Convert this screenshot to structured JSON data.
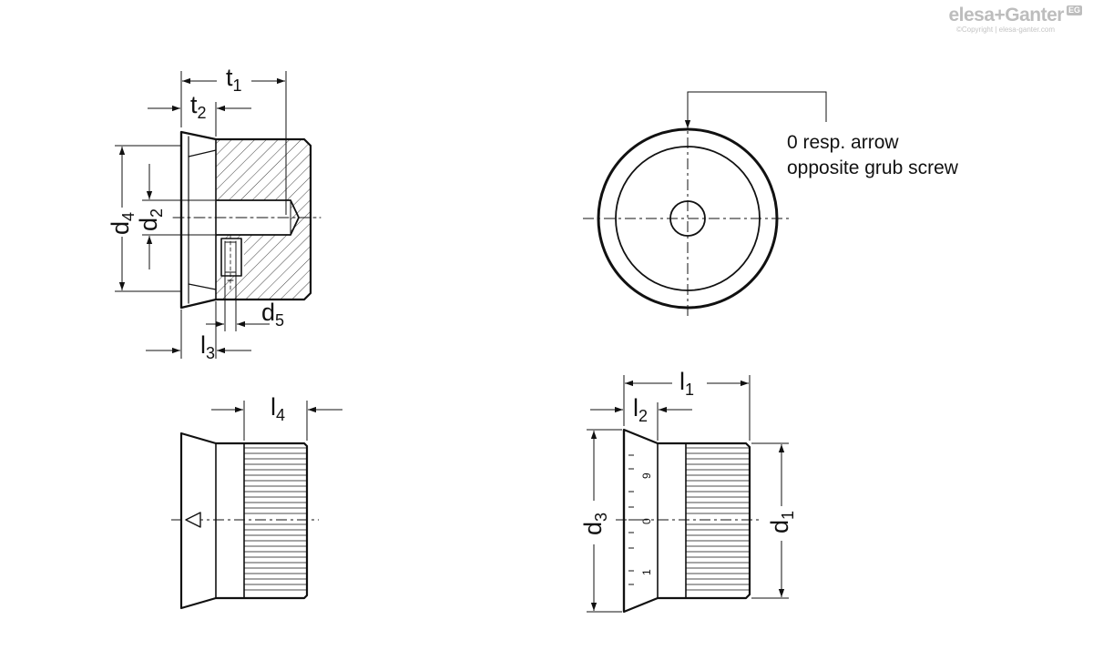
{
  "logo": {
    "brand": "elesa+Ganter",
    "badge": "EG",
    "copyright": "©Copyright | elesa-ganter.com"
  },
  "labels": {
    "t1": "t",
    "t1_sub": "1",
    "t2": "t",
    "t2_sub": "2",
    "d4": "d",
    "d4_sub": "4",
    "d2": "d",
    "d2_sub": "2",
    "d5": "d",
    "d5_sub": "5",
    "l3": "l",
    "l3_sub": "3",
    "l4": "l",
    "l4_sub": "4",
    "l1": "l",
    "l1_sub": "1",
    "l2": "l",
    "l2_sub": "2",
    "d3": "d",
    "d3_sub": "3",
    "d1": "d",
    "d1_sub": "1"
  },
  "note": {
    "line1": "0 resp. arrow",
    "line2": "opposite grub screw"
  },
  "scale": {
    "mark_9": "9",
    "mark_0": "0",
    "mark_1": "1"
  },
  "colors": {
    "line": "#111111",
    "logo": "#bdbdbd"
  }
}
